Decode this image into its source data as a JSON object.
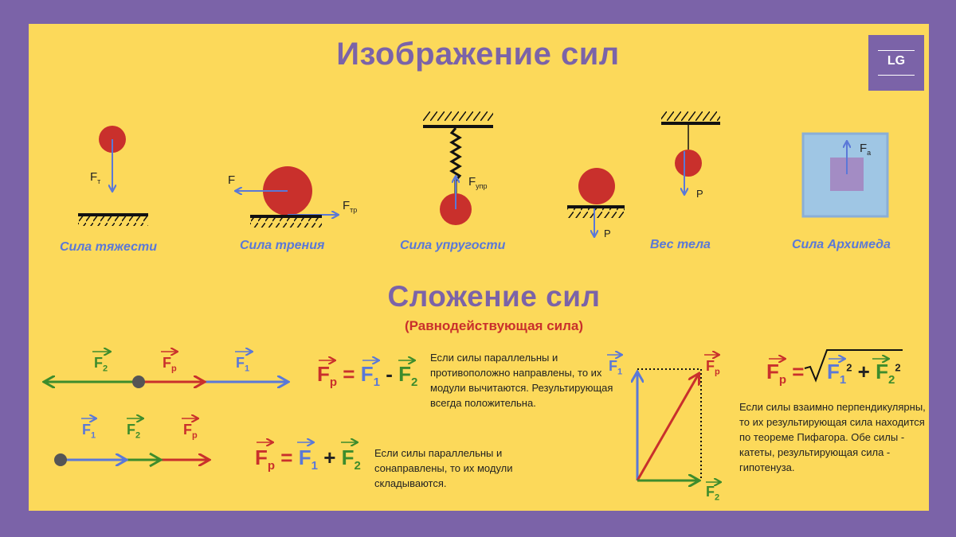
{
  "header": {
    "title": "Изображение сил",
    "logo_text": "LG"
  },
  "forces": [
    {
      "caption": "Сила тяжести",
      "label": "F",
      "label_sub": "т"
    },
    {
      "caption": "Сила трения",
      "label": "F",
      "label2": "F",
      "label2_sub": "тр"
    },
    {
      "caption": "Сила упругости",
      "label": "F",
      "label_sub": "упр"
    },
    {
      "caption": "Вес тела",
      "label_a": "P",
      "label_b": "P"
    },
    {
      "caption": "Сила Архимеда",
      "label": "F",
      "label_sub": "а"
    }
  ],
  "section2": {
    "title": "Сложение сил",
    "subtitle": "(Равнодействующая сила)"
  },
  "opposite": {
    "labels": [
      {
        "text": "F",
        "sub": "2"
      },
      {
        "text": "F",
        "sub": "р"
      },
      {
        "text": "F",
        "sub": "1"
      }
    ],
    "formula": {
      "lhs": "F",
      "lhs_sub": "р",
      "eq": "=",
      "a": "F",
      "a_sub": "1",
      "op": "-",
      "b": "F",
      "b_sub": "2"
    },
    "note": "Если силы параллельны и противоположно направлены, то их модули вычитаются. Результирующая всегда положительна."
  },
  "same": {
    "labels": [
      {
        "text": "F",
        "sub": "1"
      },
      {
        "text": "F",
        "sub": "2"
      },
      {
        "text": "F",
        "sub": "р"
      }
    ],
    "formula": {
      "lhs": "F",
      "lhs_sub": "р",
      "eq": "=",
      "a": "F",
      "a_sub": "1",
      "op": "+",
      "b": "F",
      "b_sub": "2"
    },
    "note": "Если силы параллельны и сонаправлены, то их модули складываются."
  },
  "perpendicular": {
    "labels": [
      {
        "text": "F",
        "sub": "1"
      },
      {
        "text": "F",
        "sub": "р"
      },
      {
        "text": "F",
        "sub": "2"
      }
    ],
    "formula": {
      "lhs": "F",
      "lhs_sub": "р",
      "eq": "=",
      "a": "F",
      "a_sub": "1",
      "a_sup": "2",
      "op": "+",
      "b": "F",
      "b_sub": "2",
      "b_sup": "2"
    },
    "note": "Если силы взаимно перпендикулярны, то их результирующая сила находится по теореме Пифагора. Обе силы - катеты, результирующая сила - гипотенуза."
  },
  "colors": {
    "background": "#7b63a8",
    "board": "#fcd95a",
    "accent": "#7b63a8",
    "red": "#c9302c",
    "blue": "#5a78d8",
    "green": "#3d8c2c",
    "ball": "#c9302c"
  }
}
